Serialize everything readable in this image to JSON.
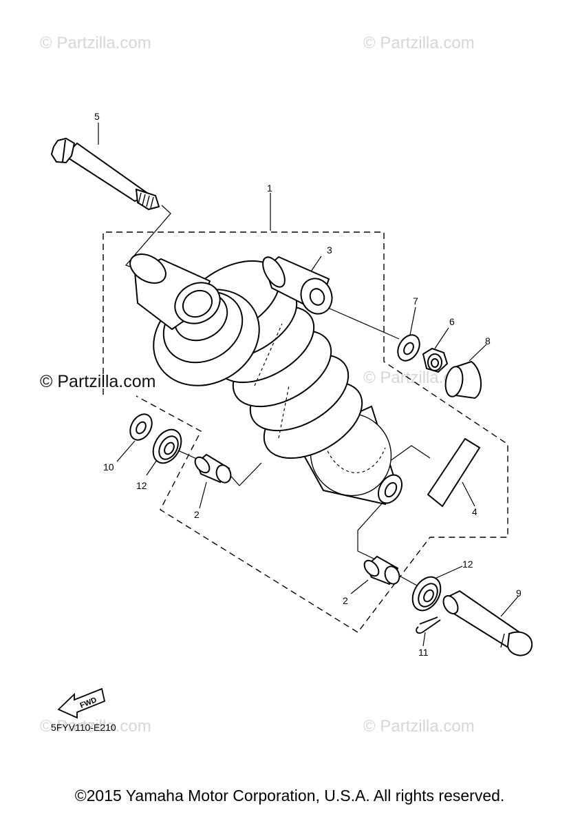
{
  "watermarks": [
    "© Partzilla.com",
    "© Partzilla.com",
    "© Partzilla.com",
    "© Partzilla.com",
    "© Partzilla.com",
    "© Partzilla.com"
  ],
  "callouts": [
    "1",
    "2",
    "2",
    "3",
    "4",
    "5",
    "6",
    "7",
    "8",
    "9",
    "10",
    "11",
    "12",
    "12"
  ],
  "fwd_label": "FWD",
  "diagram_code": "5FYV110-E210",
  "copyright": "©2015 Yamaha Motor Corporation, U.S.A. All rights reserved."
}
